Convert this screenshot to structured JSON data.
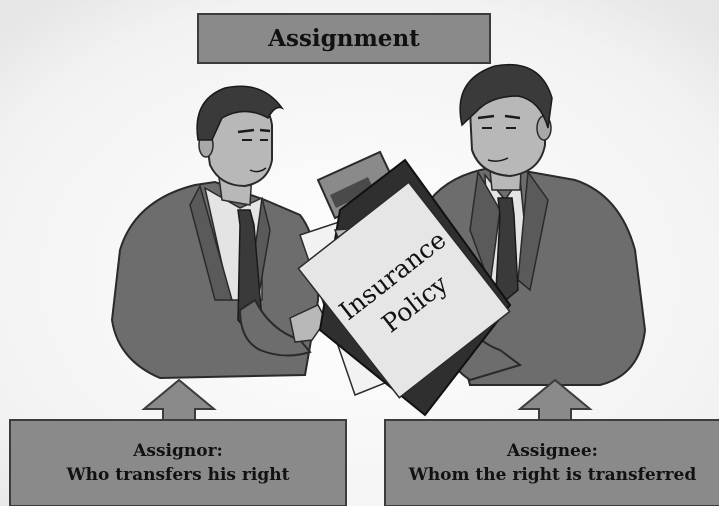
{
  "title": "Assignment",
  "policy": {
    "line1": "Insurance",
    "line2": "Policy"
  },
  "assignor": {
    "heading": "Assignor:",
    "description": "Who transfers his right"
  },
  "assignee": {
    "heading": "Assignee:",
    "description": "Whom the right is transferred"
  },
  "colors": {
    "box_fill": "#8a8a8a",
    "box_border": "#3c3c3c",
    "suit": "#6d6d6d",
    "skin": "#b8b8b8",
    "hair": "#3a3a3a"
  }
}
